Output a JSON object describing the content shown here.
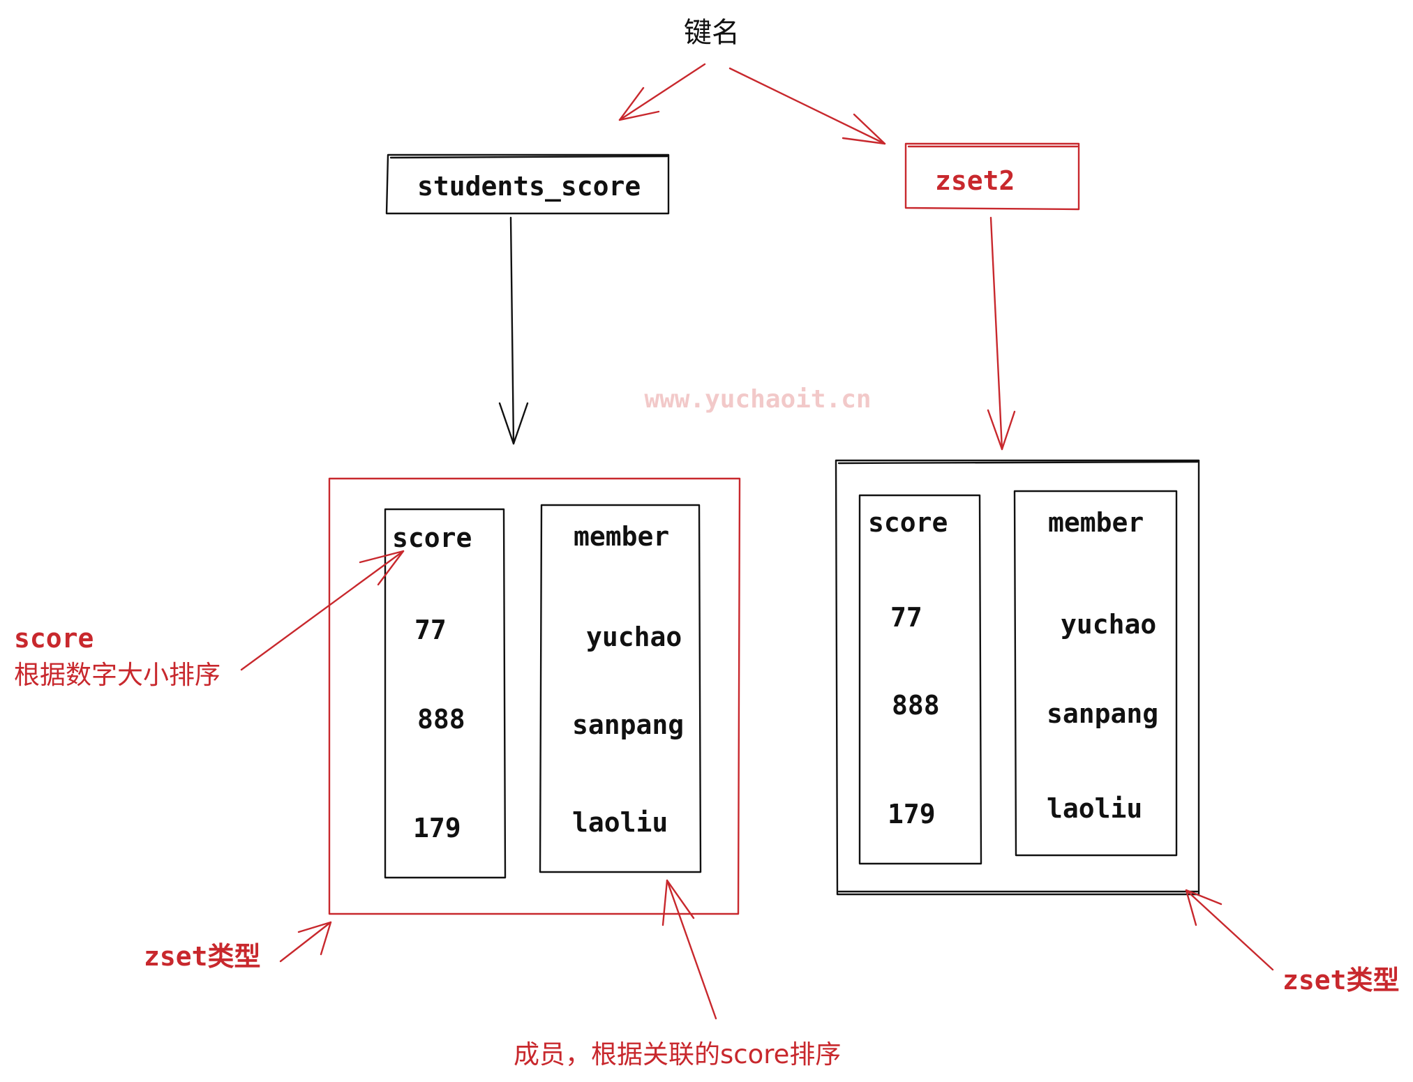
{
  "title": "键名",
  "keys": {
    "left": "students_score",
    "right": "zset2"
  },
  "watermark": "www.yuchaoit.cn",
  "left_zset": {
    "score_header": "score",
    "member_header": "member",
    "scores": [
      "77",
      "888",
      "179"
    ],
    "members": [
      "yuchao",
      "sanpang",
      "laoliu"
    ]
  },
  "right_zset": {
    "score_header": "score",
    "member_header": "member",
    "scores": [
      "77",
      "888",
      "179"
    ],
    "members": [
      "yuchao",
      "sanpang",
      "laoliu"
    ]
  },
  "annotations": {
    "score_label": "score",
    "score_desc": "根据数字大小排序",
    "zset_type_left": "zset类型",
    "zset_type_right": "zset类型",
    "member_desc": "成员，根据关联的score排序"
  },
  "colors": {
    "accent_red": "#c8282d",
    "ink": "#111111",
    "watermark": "#f2c9c9"
  }
}
